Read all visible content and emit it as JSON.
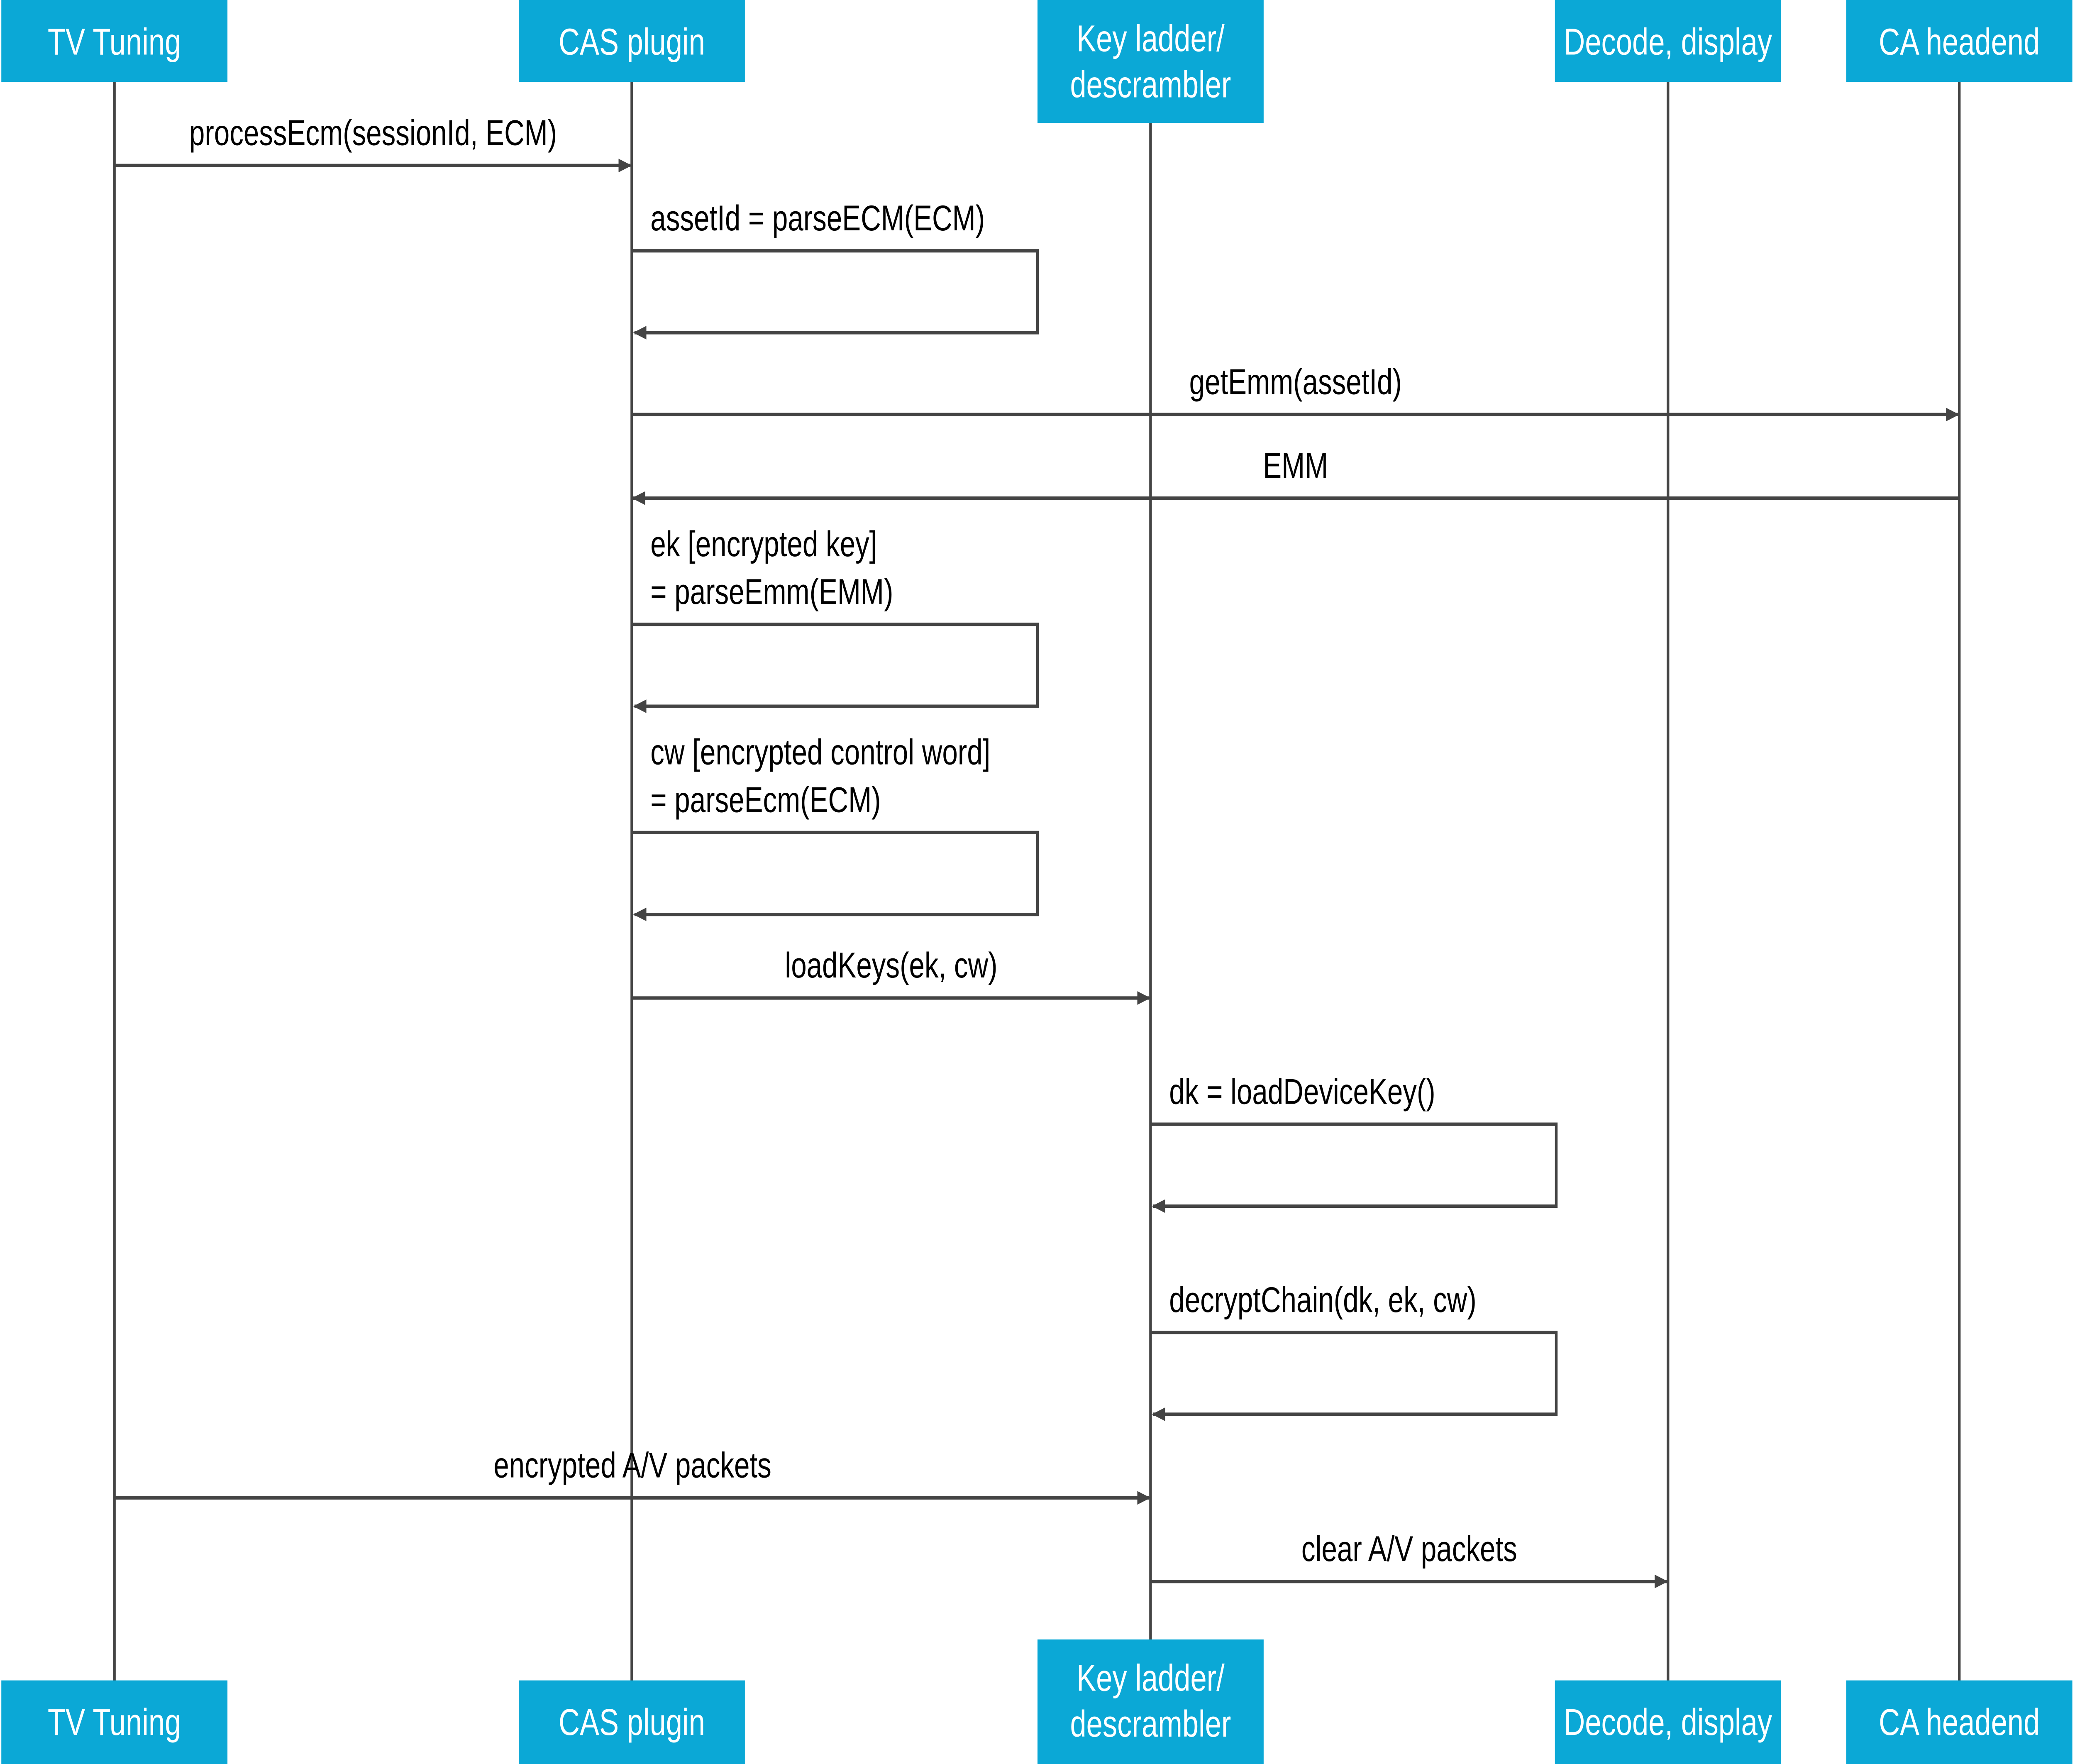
{
  "colors": {
    "header_fill": "#0ba8d6",
    "header_text": "#ffffff",
    "line": "#444444",
    "text": "#000000"
  },
  "participants": [
    {
      "id": "tv",
      "lines": [
        "TV Tuning"
      ]
    },
    {
      "id": "cas",
      "lines": [
        "CAS plugin"
      ]
    },
    {
      "id": "kl",
      "lines": [
        "Key ladder/",
        "descrambler"
      ]
    },
    {
      "id": "dd",
      "lines": [
        "Decode, display"
      ]
    },
    {
      "id": "ca",
      "lines": [
        "CA headend"
      ]
    }
  ],
  "messages": [
    {
      "from": 0,
      "to": 1,
      "lines": [
        "processEcm(sessionId, ECM)"
      ]
    },
    {
      "from": 1,
      "to": 1,
      "lines": [
        "assetId = parseECM(ECM)"
      ]
    },
    {
      "from": 1,
      "to": 4,
      "lines": [
        "getEmm(assetId)"
      ]
    },
    {
      "from": 4,
      "to": 1,
      "lines": [
        "EMM"
      ]
    },
    {
      "from": 1,
      "to": 1,
      "lines": [
        "ek [encrypted key]",
        "= parseEmm(EMM)"
      ]
    },
    {
      "from": 1,
      "to": 1,
      "lines": [
        "cw [encrypted control word]",
        "= parseEcm(ECM)"
      ]
    },
    {
      "from": 1,
      "to": 2,
      "lines": [
        "loadKeys(ek, cw)"
      ]
    },
    {
      "from": 2,
      "to": 2,
      "lines": [
        "dk = loadDeviceKey()"
      ]
    },
    {
      "from": 2,
      "to": 2,
      "lines": [
        "decryptChain(dk, ek, cw)"
      ]
    },
    {
      "from": 0,
      "to": 2,
      "lines": [
        "encrypted A/V packets"
      ]
    },
    {
      "from": 2,
      "to": 3,
      "lines": [
        "clear A/V packets"
      ]
    }
  ]
}
